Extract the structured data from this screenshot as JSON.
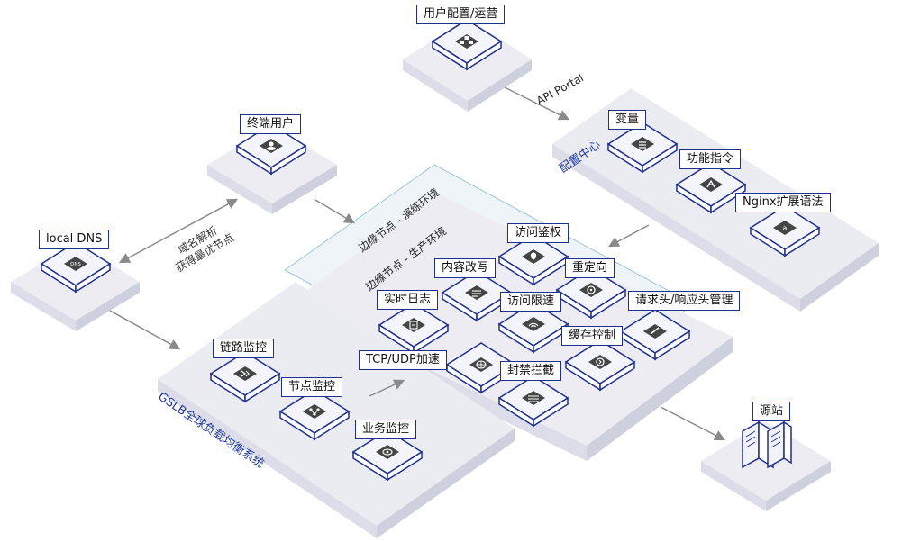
{
  "nodes": {
    "user_config": "用户配置/运营",
    "end_user": "终端用户",
    "local_dns": "local DNS",
    "origin": "源站",
    "link_monitor": "链路监控",
    "node_monitor": "节点监控",
    "biz_monitor": "业务监控",
    "variable": "变量",
    "func_cmd": "功能指令",
    "nginx_ext": "Nginx扩展语法",
    "access_auth": "访问鉴权",
    "content_rewrite": "内容改写",
    "redirect": "重定向",
    "realtime_log": "实时日志",
    "rate_limit": "访问限速",
    "header_mgmt": "请求头/响应头管理",
    "cache_ctrl": "缓存控制",
    "tcp_udp": "TCP/UDP加速",
    "ban_block": "封禁拦截"
  },
  "platforms": {
    "config_center": "配置中心",
    "gslb": "GSLB全球负载均衡系统",
    "edge_drill": "边缘节点 - 演练环境",
    "edge_prod": "边缘节点 - 生产环境"
  },
  "edges": {
    "api_portal": "API Portal",
    "dns_line1": "域名解析",
    "dns_line2": "获得最优节点"
  },
  "colors": {
    "accent": "#1f2f8f",
    "platform_top": "#e9eaf2",
    "platform_side": "#d6d8e6",
    "arrow": "#8a8a8a"
  }
}
